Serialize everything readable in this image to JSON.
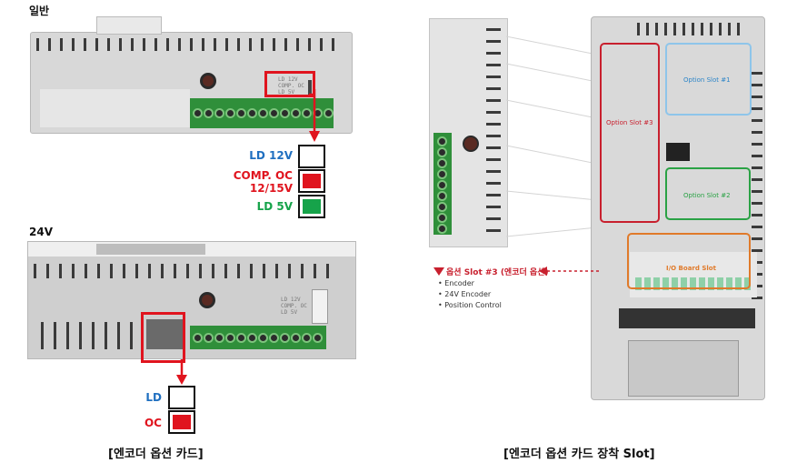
{
  "left": {
    "general_label": "일반",
    "v24_label": "24V",
    "switch_lines": [
      "LD 12V",
      "COMP. OC",
      "LD 5V"
    ],
    "general_indicators": [
      {
        "label": "LD 12V",
        "color": "#1f6fc0",
        "fill": "#ffffff"
      },
      {
        "label": "COMP. OC\n12/15V",
        "color": "#e0141e",
        "fill": "#e0141e"
      },
      {
        "label": "LD 5V",
        "color": "#16a34a",
        "fill": "#16a34a"
      }
    ],
    "v24_indicators": [
      {
        "label": "LD",
        "color": "#1f6fc0",
        "fill": "#ffffff"
      },
      {
        "label": "OC",
        "color": "#e0141e",
        "fill": "#e0141e"
      }
    ],
    "caption": "[엔코더 옵션 카드]"
  },
  "right": {
    "slot3_label": "Option Slot #3",
    "slot1_label": "Option Slot #1",
    "slot2_label": "Option Slot #2",
    "io_label": "I/O Board Slot",
    "pointer_title": "옵션 Slot #3 (엔코더 옵션)",
    "bullets": [
      "Encoder",
      "24V Encoder",
      "Position Control"
    ],
    "caption": "[엔코더 옵션 카드 장착 Slot]"
  },
  "colors": {
    "red": "#e0141e",
    "blue": "#1f6fc0",
    "green": "#16a34a",
    "orange": "#e07a2a",
    "lightblue": "#8ec5ea"
  }
}
